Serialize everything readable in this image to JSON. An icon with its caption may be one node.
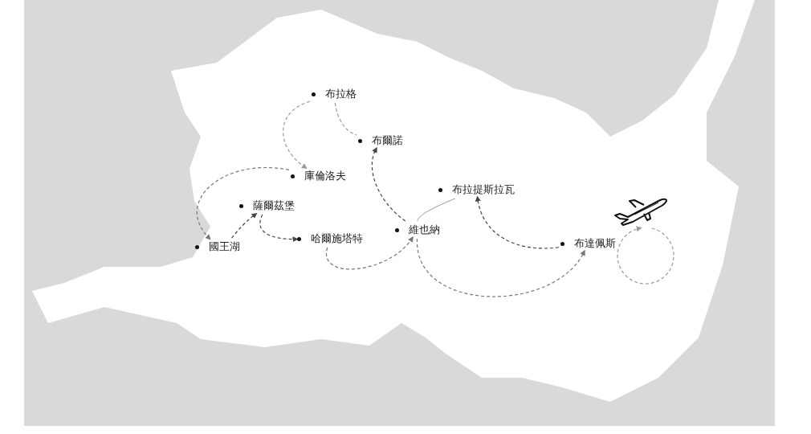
{
  "diagram": {
    "nodes": [
      {
        "text": [
          "布拉格"
        ]
      },
      {
        "text": [
          "布爾諾"
        ]
      },
      {
        "text": [
          "庫倫洛夫"
        ]
      },
      {
        "text": [
          "布拉提斯拉瓦"
        ]
      },
      {
        "text": [
          "薩爾茲堡"
        ]
      },
      {
        "text": [],
        "shape": "picture"
      },
      {
        "text": [
          "維也納"
        ]
      },
      {
        "text": [
          "哈爾施塔特"
        ]
      },
      {
        "text": [
          "布達佩斯"
        ]
      },
      {
        "text": [
          "國王湖"
        ]
      }
    ],
    "edges": [
      {
        "from": 0,
        "to": 1,
        "arrow": "none",
        "style": "dashed",
        "color": "#999999"
      },
      {
        "from": 0,
        "to": 2,
        "arrow": "to",
        "style": "dashed",
        "color": "#999999"
      },
      {
        "from": 2,
        "to": 9,
        "arrow": "to",
        "style": "dashed",
        "color": "#777777"
      },
      {
        "from": 9,
        "to": 4,
        "arrow": "to",
        "style": "dashed"
      },
      {
        "from": 4,
        "to": 7,
        "arrow": "to",
        "style": "dashed"
      },
      {
        "from": 7,
        "to": 6,
        "arrow": "to",
        "style": "dashed",
        "color": "#777777"
      },
      {
        "from": 6,
        "to": 8,
        "arrow": "to",
        "style": "dashed",
        "color": "#777777"
      },
      {
        "from": 8,
        "to": 3,
        "arrow": "to",
        "style": "dashed"
      },
      {
        "from": 3,
        "to": 6,
        "arrow": "none",
        "color": "#999999"
      },
      {
        "from": 6,
        "to": 1,
        "arrow": "to",
        "style": "dashed"
      },
      {
        "from": 5,
        "to": 5,
        "arrow": "to",
        "style": "dashed",
        "color": "#999999"
      }
    ]
  }
}
